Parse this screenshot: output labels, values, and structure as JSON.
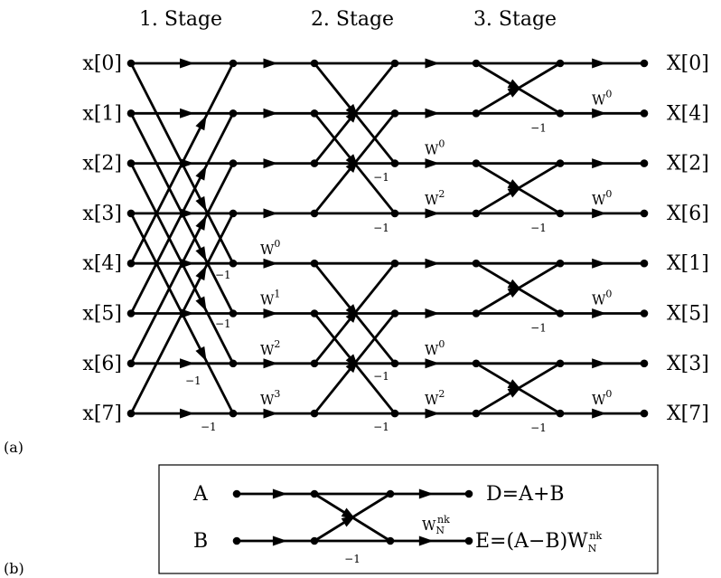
{
  "panel_a": {
    "label": "(a)",
    "stages": [
      "1. Stage",
      "2. Stage",
      "3. Stage"
    ],
    "inputs": [
      "x[0]",
      "x[1]",
      "x[2]",
      "x[3]",
      "x[4]",
      "x[5]",
      "x[6]",
      "x[7]"
    ],
    "outputs": [
      "X[0]",
      "X[4]",
      "X[2]",
      "X[6]",
      "X[1]",
      "X[5]",
      "X[3]",
      "X[7]"
    ],
    "twiddle_base": "W",
    "stage1_twiddles": [
      {
        "row": 4,
        "exp": "0"
      },
      {
        "row": 5,
        "exp": "1"
      },
      {
        "row": 6,
        "exp": "2"
      },
      {
        "row": 7,
        "exp": "3"
      }
    ],
    "stage2_twiddles": [
      {
        "row": 2,
        "exp": "0"
      },
      {
        "row": 3,
        "exp": "2"
      },
      {
        "row": 6,
        "exp": "0"
      },
      {
        "row": 7,
        "exp": "2"
      }
    ],
    "stage3_twiddles": [
      {
        "row": 1,
        "exp": "0"
      },
      {
        "row": 3,
        "exp": "0"
      },
      {
        "row": 5,
        "exp": "0"
      },
      {
        "row": 7,
        "exp": "0"
      }
    ],
    "minus_one": "−1"
  },
  "panel_b": {
    "label": "(b)",
    "input_a": "A",
    "input_b": "B",
    "output_d": "D=A+B",
    "output_e_prefix": "E=(A−B)W",
    "twiddle_base": "W",
    "twiddle_sub": "N",
    "twiddle_sup": "nk",
    "minus_one": "−1"
  }
}
